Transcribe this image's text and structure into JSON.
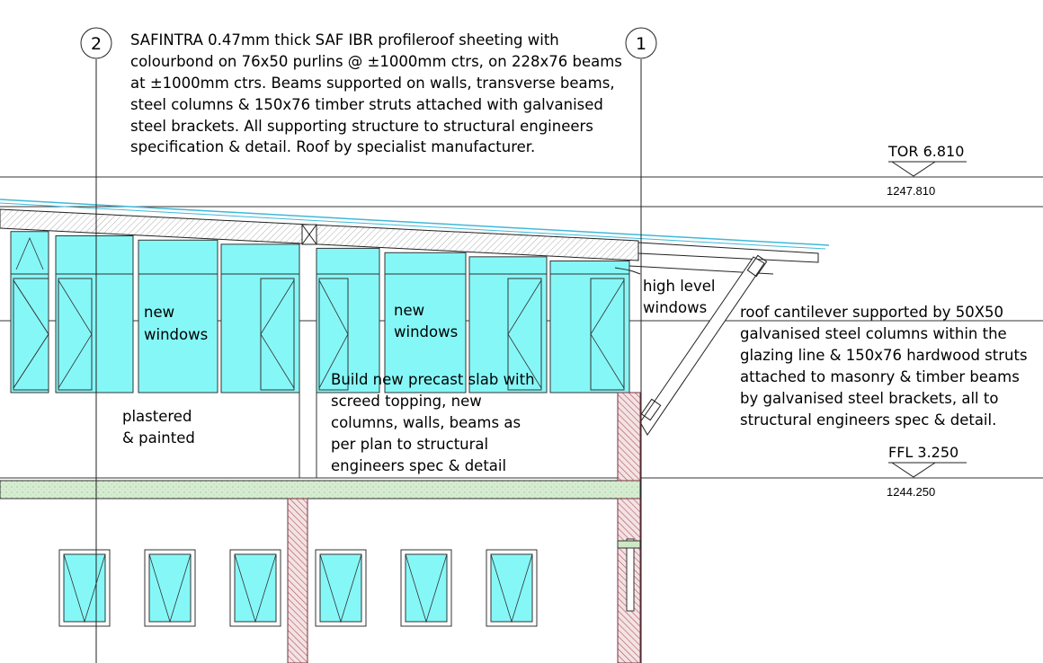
{
  "grid_markers": [
    "2",
    "1"
  ],
  "roof_note": [
    "SAFINTRA 0.47mm thick SAF IBR profileroof sheeting with",
    "colourbond on 76x50 purlins @ ±1000mm ctrs, on 228x76 beams",
    "at ±1000mm ctrs. Beams supported on walls, transverse beams,",
    "steel columns & 150x76 timber struts attached with galvanised",
    "steel brackets. All supporting structure to structural engineers",
    "specification & detail. Roof by specialist manufacturer."
  ],
  "levels": {
    "tor": {
      "label": "TOR 6.810",
      "value": "1247.810"
    },
    "ffl": {
      "label": "FFL 3.250",
      "value": "1244.250"
    }
  },
  "labels": {
    "new_windows_1": [
      "new",
      "windows"
    ],
    "new_windows_2": [
      "new",
      "windows"
    ],
    "high_level": [
      "high level",
      "windows"
    ],
    "plastered": [
      "plastered",
      "& painted"
    ]
  },
  "cantilever_note": [
    "roof cantilever supported by 50X50",
    "galvanised steel columns within the",
    "glazing line & 150x76 hardwood struts",
    "attached to masonry & timber beams",
    "by galvanised steel brackets, all to",
    "structural engineers spec & detail."
  ],
  "slab_note": [
    "Build new precast slab with",
    "screed topping, new",
    "columns, walls, beams as",
    "per plan to structural",
    "engineers spec & detail"
  ],
  "colors": {
    "glass": "#86f7f7",
    "roof_sheet": "#3fb8d8",
    "slab": "#cfe8c4",
    "brick": "#b05060"
  }
}
